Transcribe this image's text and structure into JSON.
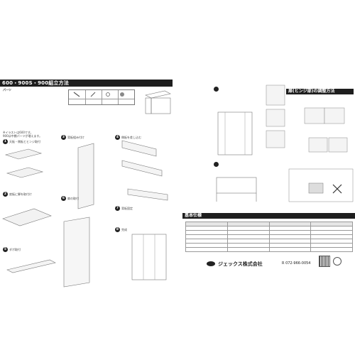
{
  "left": {
    "title": "600・900S・900組立方法",
    "parts_heading": "パーツ",
    "note_line1": "※イラストは600です。",
    "note_line2": "900は中棚パーツが増えます。",
    "steps": [
      {
        "n": "1",
        "text": "天板・側板とヒンジ取付"
      },
      {
        "n": "2",
        "text": "底板に脚を取付け"
      },
      {
        "n": "3",
        "text": "背板組み付け"
      },
      {
        "n": "4",
        "text": "側板を差し込む"
      },
      {
        "n": "5",
        "text": "ダボ取付"
      },
      {
        "n": "6",
        "text": "扉の取付"
      },
      {
        "n": "7",
        "text": "背板固定"
      },
      {
        "n": "8",
        "text": "完成"
      }
    ]
  },
  "right": {
    "hinge_title": "扉(ヒンジ部)の調整方法",
    "spec_title": "基本仕様",
    "spec_headers": [
      "",
      "",
      "",
      ""
    ],
    "spec_rows": [
      [
        "",
        "",
        "",
        ""
      ],
      [
        "",
        "",
        "",
        ""
      ],
      [
        "",
        "",
        "",
        ""
      ],
      [
        "",
        "",
        "",
        ""
      ],
      [
        "",
        "",
        "",
        ""
      ],
      [
        "",
        "",
        "",
        ""
      ]
    ],
    "company": "ジェックス株式会社",
    "phone": "R 072-966-0054"
  }
}
